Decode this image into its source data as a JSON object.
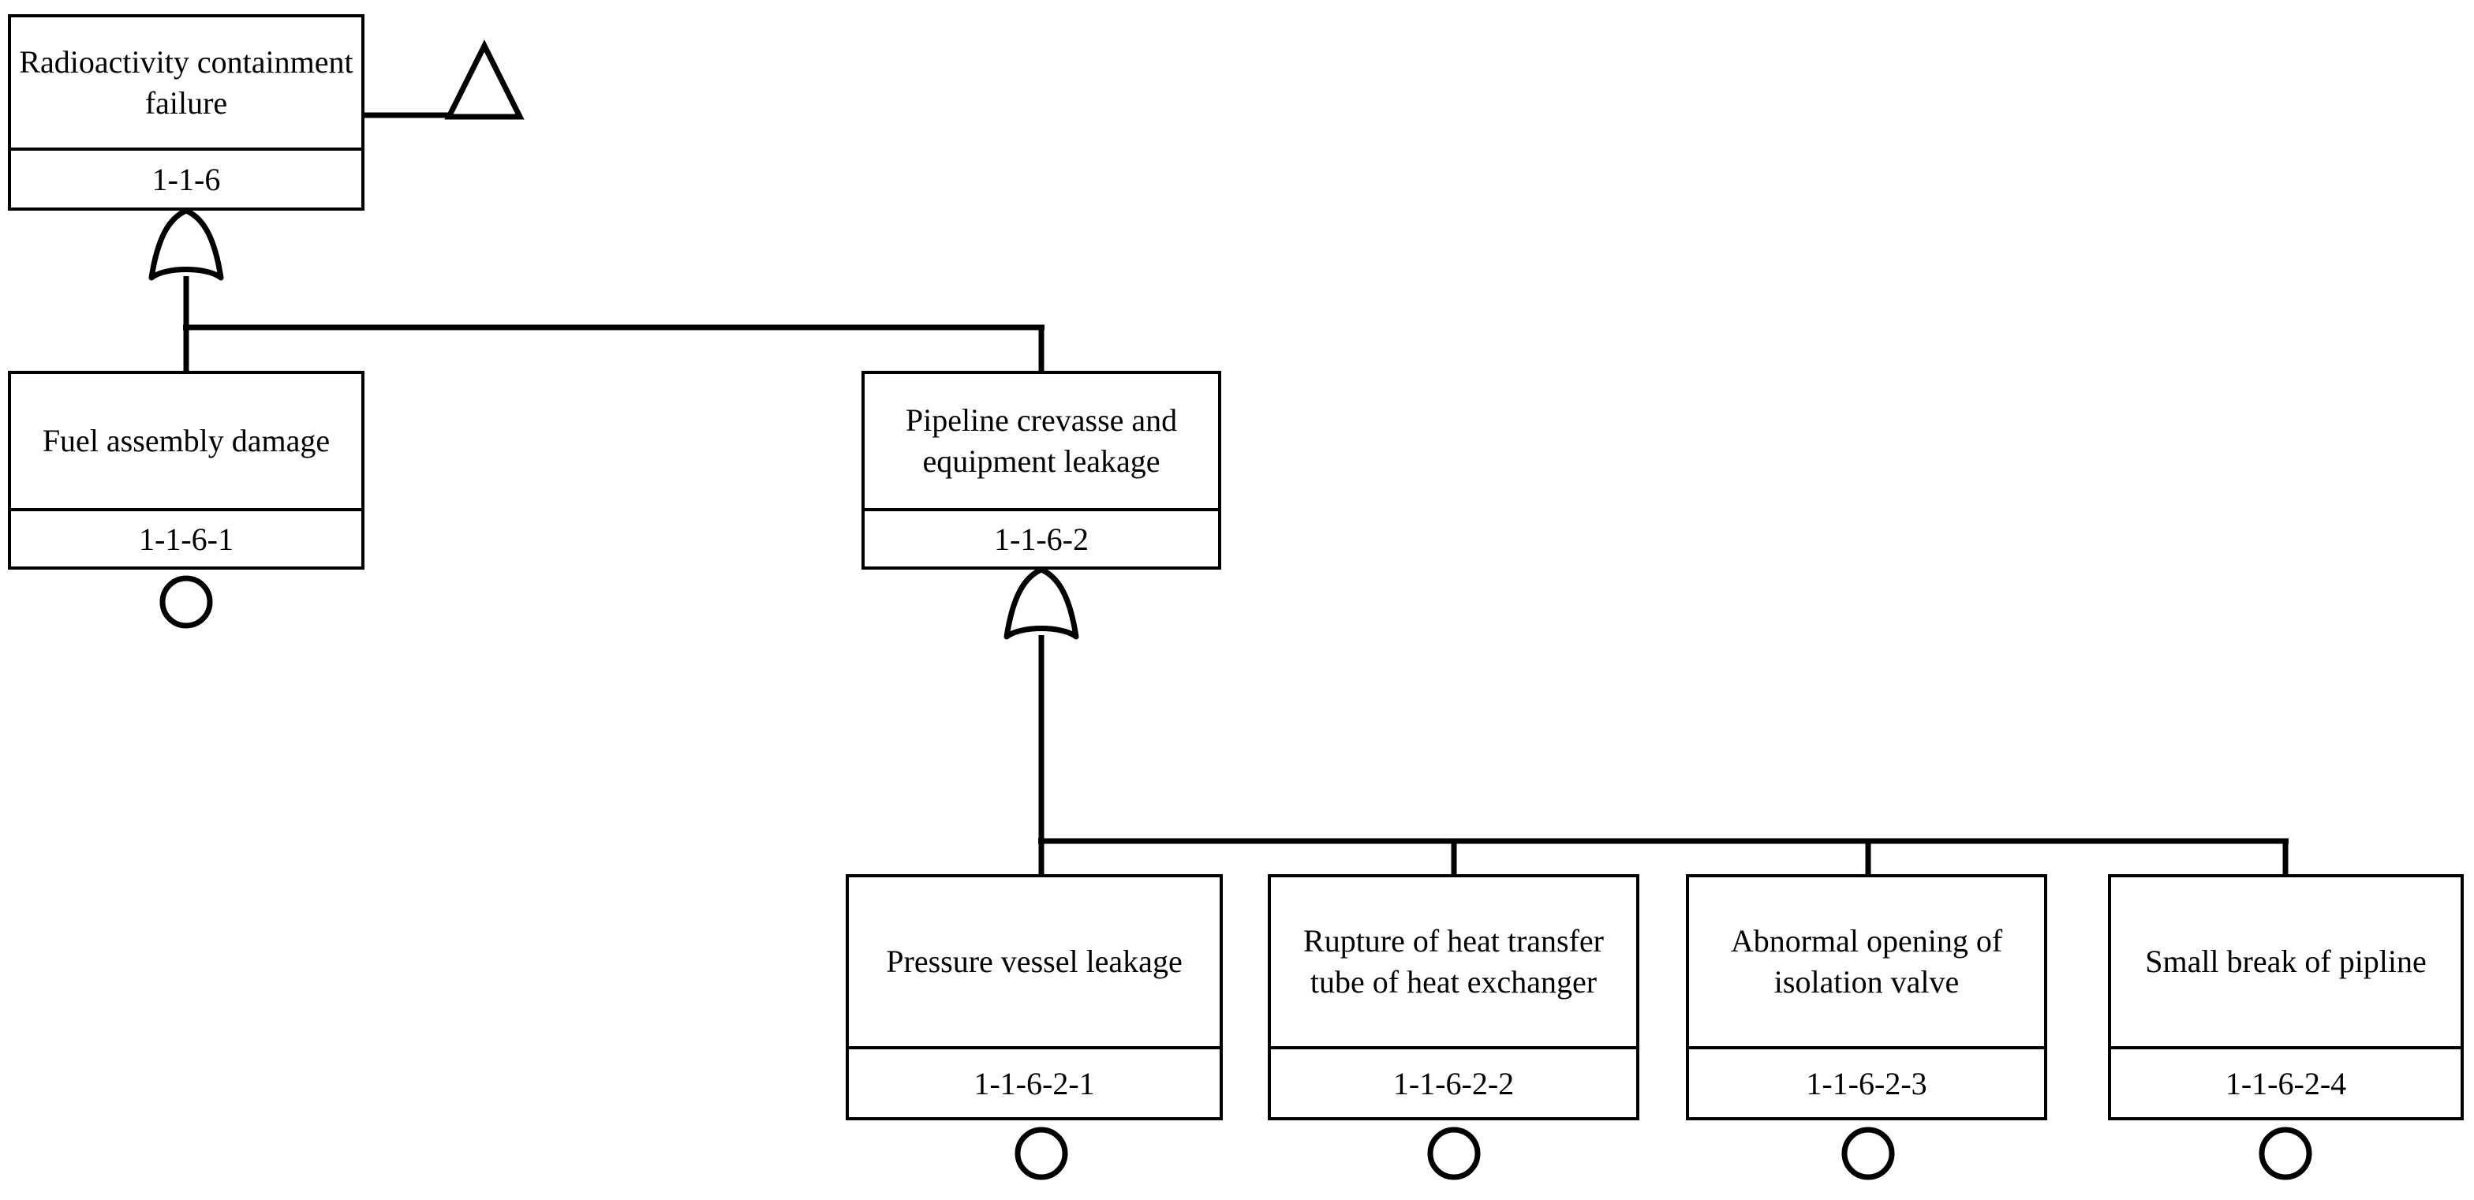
{
  "diagram": {
    "title": "Radioactivity containment failure fault tree",
    "type": "fault-tree",
    "stroke_color": "#000000",
    "background_color": "#ffffff"
  },
  "nodes": {
    "top": {
      "description": "Radioactivity containment failure",
      "code": "1-1-6",
      "gate": "or-gate",
      "transfer_symbol": "transfer-triangle"
    },
    "mid": [
      {
        "description": "Fuel assembly damage",
        "code": "1-1-6-1",
        "terminator": "basic-event-circle"
      },
      {
        "description": "Pipeline crevasse and equipment leakage",
        "code": "1-1-6-2",
        "gate": "or-gate"
      }
    ],
    "leaves": [
      {
        "description": "Pressure vessel leakage",
        "code": "1-1-6-2-1",
        "terminator": "basic-event-circle"
      },
      {
        "description": "Rupture of heat transfer tube of heat exchanger",
        "code": "1-1-6-2-2",
        "terminator": "basic-event-circle"
      },
      {
        "description": "Abnormal opening of isolation valve",
        "code": "1-1-6-2-3",
        "terminator": "basic-event-circle"
      },
      {
        "description": "Small break of pipline",
        "code": "1-1-6-2-4",
        "terminator": "basic-event-circle"
      }
    ]
  }
}
